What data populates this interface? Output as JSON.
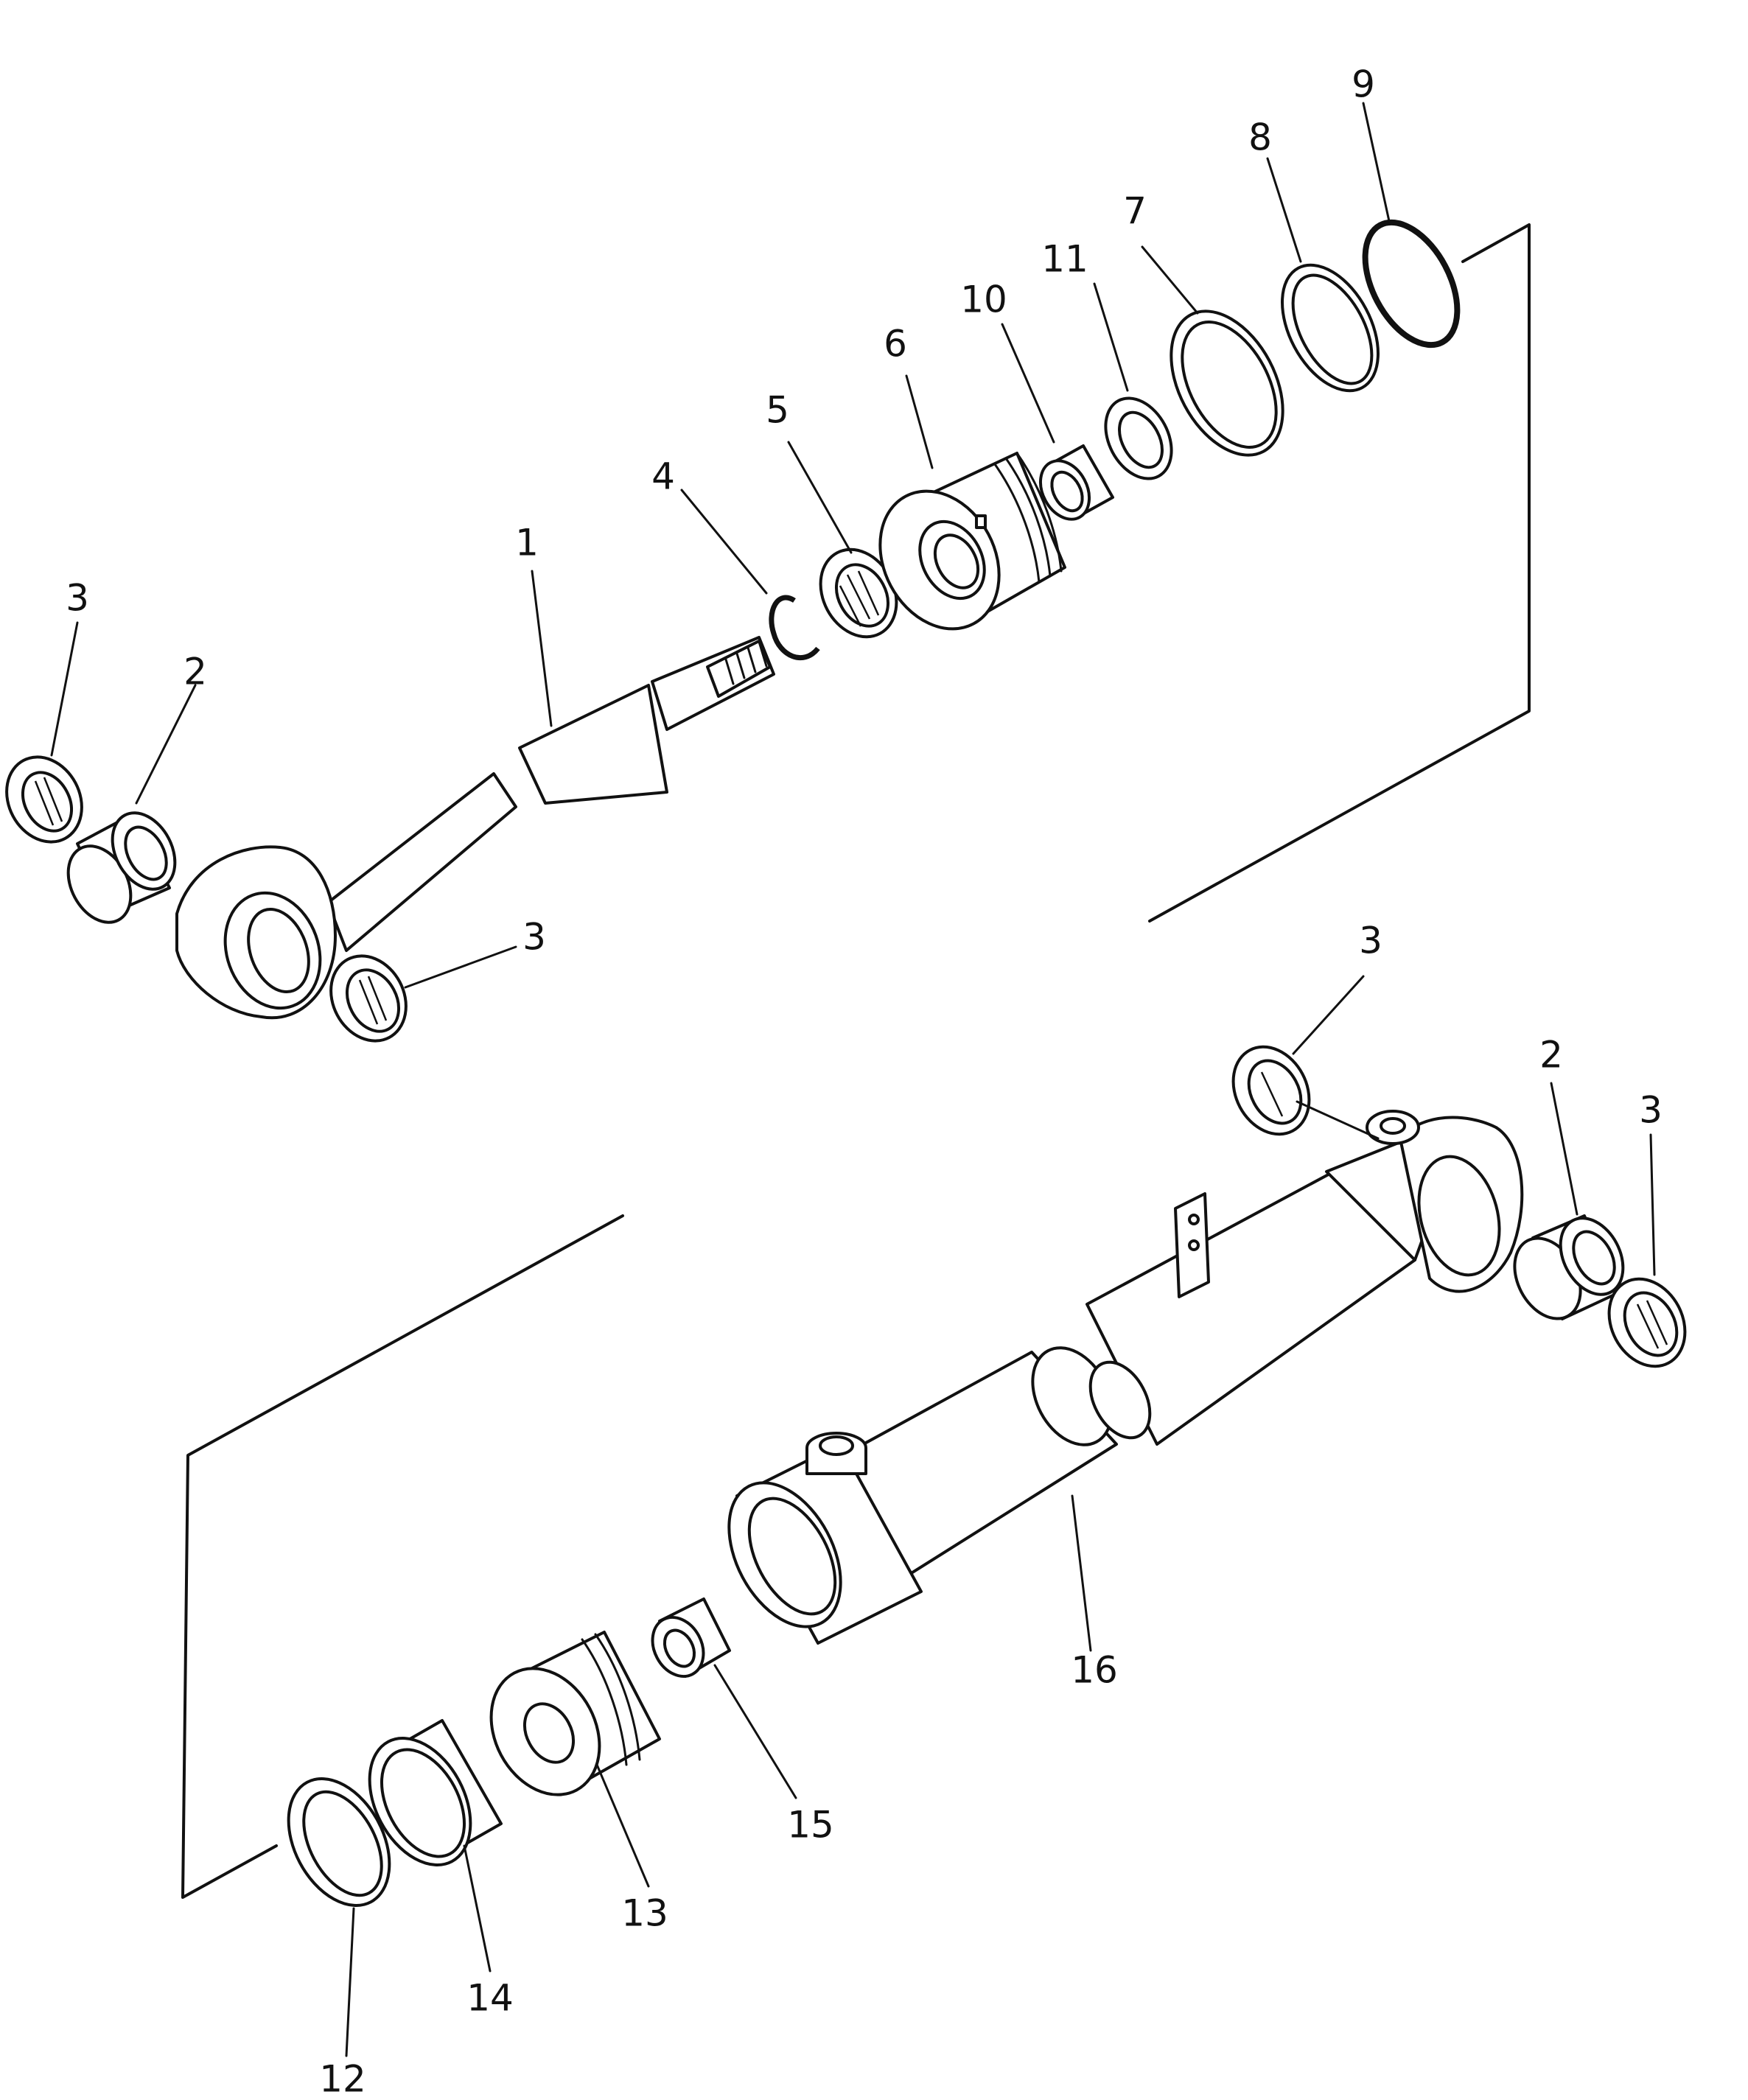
{
  "diagram": {
    "labels": [
      {
        "id": "rod-1",
        "text": "1"
      },
      {
        "id": "bushing-2-top",
        "text": "2"
      },
      {
        "id": "seal-3-top-left",
        "text": "3"
      },
      {
        "id": "seal-3-top-right",
        "text": "3"
      },
      {
        "id": "snap-ring-4",
        "text": "4"
      },
      {
        "id": "bearing-5",
        "text": "5"
      },
      {
        "id": "head-6",
        "text": "6"
      },
      {
        "id": "ring-7",
        "text": "7"
      },
      {
        "id": "ring-8",
        "text": "8"
      },
      {
        "id": "oring-9",
        "text": "9"
      },
      {
        "id": "bushing-10",
        "text": "10"
      },
      {
        "id": "seal-11",
        "text": "11"
      },
      {
        "id": "seal-3-bottom-top",
        "text": "3"
      },
      {
        "id": "bushing-2-bottom",
        "text": "2"
      },
      {
        "id": "seal-3-bottom-right",
        "text": "3"
      },
      {
        "id": "cylinder-16",
        "text": "16"
      },
      {
        "id": "nut-15",
        "text": "15"
      },
      {
        "id": "piston-13",
        "text": "13"
      },
      {
        "id": "wear-ring-14",
        "text": "14"
      },
      {
        "id": "ring-12",
        "text": "12"
      }
    ]
  }
}
